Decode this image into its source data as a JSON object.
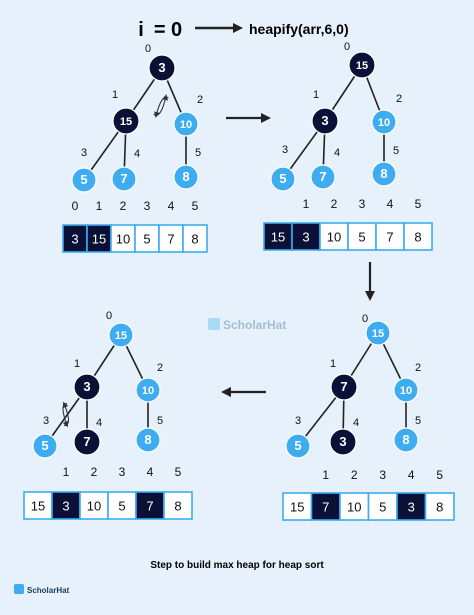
{
  "header": {
    "var_label": "i",
    "eq_label": "= 0",
    "call_label": "heapify(arr,6,0)"
  },
  "caption": "Step to build max heap for heap sort",
  "watermark": "ScholarHat",
  "footer_brand": "ScholarHat",
  "colors": {
    "background": "#e6f1fb",
    "dark_node": "#0b1037",
    "blue_node": "#3eacf1",
    "cell_border": "#3eacf1",
    "arrow": "#222222",
    "edge": "#222222"
  },
  "icons": {
    "swap": "curved-swap-arrows-icon",
    "step_arrow": "arrow-icon",
    "logo": "scholarhat-logo-icon"
  },
  "panels": [
    {
      "name": "panel-1",
      "nodes": [
        {
          "index": "0",
          "value": "3",
          "style": "dark"
        },
        {
          "index": "1",
          "value": "15",
          "style": "dark"
        },
        {
          "index": "2",
          "value": "10",
          "style": "blue"
        },
        {
          "index": "3",
          "value": "5",
          "style": "blue"
        },
        {
          "index": "4",
          "value": "7",
          "style": "blue"
        },
        {
          "index": "5",
          "value": "8",
          "style": "blue"
        }
      ],
      "array_indices": [
        "0",
        "1",
        "2",
        "3",
        "4",
        "5"
      ],
      "array": [
        {
          "value": "3",
          "highlight": true
        },
        {
          "value": "15",
          "highlight": true
        },
        {
          "value": "10",
          "highlight": false
        },
        {
          "value": "5",
          "highlight": false
        },
        {
          "value": "7",
          "highlight": false
        },
        {
          "value": "8",
          "highlight": false
        }
      ],
      "swap_between": [
        "0",
        "1"
      ]
    },
    {
      "name": "panel-2",
      "nodes": [
        {
          "index": "0",
          "value": "15",
          "style": "dark"
        },
        {
          "index": "1",
          "value": "3",
          "style": "dark"
        },
        {
          "index": "2",
          "value": "10",
          "style": "blue"
        },
        {
          "index": "3",
          "value": "5",
          "style": "blue"
        },
        {
          "index": "4",
          "value": "7",
          "style": "blue"
        },
        {
          "index": "5",
          "value": "8",
          "style": "blue"
        }
      ],
      "array_indices": [
        "1",
        "2",
        "3",
        "4",
        "5"
      ],
      "array": [
        {
          "value": "15",
          "highlight": true
        },
        {
          "value": "3",
          "highlight": true
        },
        {
          "value": "10",
          "highlight": false
        },
        {
          "value": "5",
          "highlight": false
        },
        {
          "value": "7",
          "highlight": false
        },
        {
          "value": "8",
          "highlight": false
        }
      ],
      "swap_between": null
    },
    {
      "name": "panel-3",
      "nodes": [
        {
          "index": "0",
          "value": "15",
          "style": "blue"
        },
        {
          "index": "1",
          "value": "3",
          "style": "dark"
        },
        {
          "index": "2",
          "value": "10",
          "style": "blue"
        },
        {
          "index": "3",
          "value": "5",
          "style": "blue"
        },
        {
          "index": "4",
          "value": "7",
          "style": "dark"
        },
        {
          "index": "5",
          "value": "8",
          "style": "blue"
        }
      ],
      "array_indices": [
        "",
        "1",
        "2",
        "3",
        "4",
        "5"
      ],
      "array": [
        {
          "value": "15",
          "highlight": false
        },
        {
          "value": "3",
          "highlight": true
        },
        {
          "value": "10",
          "highlight": false
        },
        {
          "value": "5",
          "highlight": false
        },
        {
          "value": "7",
          "highlight": true
        },
        {
          "value": "8",
          "highlight": false
        }
      ],
      "swap_between": [
        "1",
        "4"
      ]
    },
    {
      "name": "panel-4",
      "nodes": [
        {
          "index": "0",
          "value": "15",
          "style": "blue"
        },
        {
          "index": "1",
          "value": "7",
          "style": "dark"
        },
        {
          "index": "2",
          "value": "10",
          "style": "blue"
        },
        {
          "index": "3",
          "value": "5",
          "style": "blue"
        },
        {
          "index": "4",
          "value": "3",
          "style": "dark"
        },
        {
          "index": "5",
          "value": "8",
          "style": "blue"
        }
      ],
      "array_indices": [
        "",
        "1",
        "2",
        "3",
        "4",
        "5"
      ],
      "array": [
        {
          "value": "15",
          "highlight": false
        },
        {
          "value": "7",
          "highlight": true
        },
        {
          "value": "10",
          "highlight": false
        },
        {
          "value": "5",
          "highlight": false
        },
        {
          "value": "3",
          "highlight": true
        },
        {
          "value": "8",
          "highlight": false
        }
      ],
      "swap_between": null
    }
  ]
}
